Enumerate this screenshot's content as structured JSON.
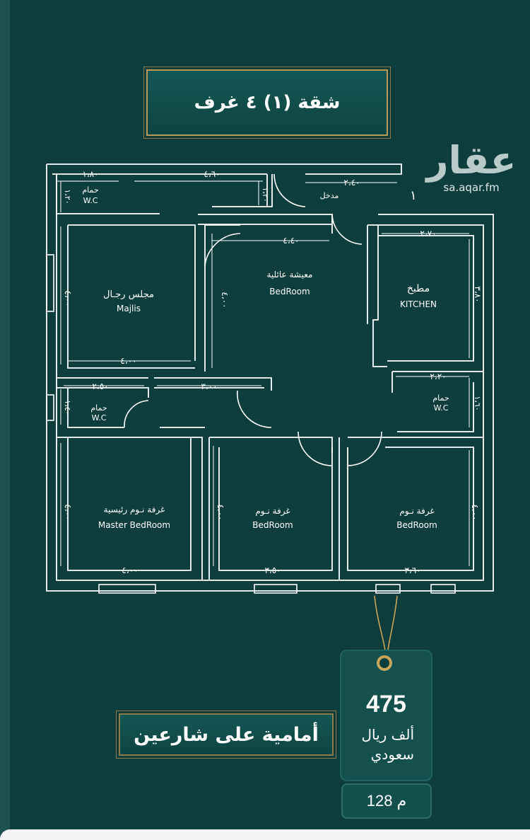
{
  "title": "شقة (١) ٤ غرف",
  "logo": {
    "arabic": "عقار",
    "url": "sa.aqar.fm"
  },
  "plan": {
    "entrance_marker": "١",
    "entrance_label": "مدخل",
    "rooms": {
      "wc_top": {
        "ar": "حمام",
        "en": "W.C"
      },
      "majlis": {
        "ar": "مجلس رجـال",
        "en": "Majlis"
      },
      "living": {
        "ar": "معيشة عائلية",
        "en": "BedRoom"
      },
      "kitchen": {
        "ar": "مطبخ",
        "en": "KITCHEN"
      },
      "wc_left": {
        "ar": "حمام",
        "en": "W.C"
      },
      "wc_right": {
        "ar": "حمام",
        "en": "W.C"
      },
      "master": {
        "ar": "غرفة نـوم رئيسية",
        "en": "Master BedRoom"
      },
      "bed_mid": {
        "ar": "غرفة نـوم",
        "en": "BedRoom"
      },
      "bed_right": {
        "ar": "غرفة نـوم",
        "en": "BedRoom"
      }
    },
    "dimensions": {
      "top_wc_w": "١،٨٠",
      "top_wc_h": "١،٢٠",
      "top_mid": "٤،٦٠",
      "top_mid_h": "١،٢٠",
      "top_entry": "٢،٤٠",
      "living_w": "٤،٤٠",
      "living_h": "٤،٠٠",
      "kitchen_w": "٢،٧٠",
      "kitchen_h": "٣،٨٠",
      "majlis_w": "٤،٠٠",
      "majlis_h": "٤،٠٠",
      "wc_left_w": "٢،٥٠",
      "wc_left_h": "١،٤٠",
      "hall_w": "٣،٠٠",
      "wc_right_w": "٢،٢٠",
      "wc_right_h": "١،٦٠",
      "master_w": "٤،٠٠",
      "master_h": "٤،٠٠",
      "bed_mid_w": "٣،٥٠",
      "bed_mid_h": "٤،٠٠",
      "bed_right_w": "٣،٦٠",
      "bed_right_h": "٤،٠٠"
    }
  },
  "features": {
    "front_label": "أمامية على شارعين"
  },
  "price_tag": {
    "price": "475",
    "currency_line1": "ألف ريال",
    "currency_line2": "سعودي"
  },
  "area": "128 م",
  "colors": {
    "background": "#0d3d3c",
    "accent_gold": "#b99b5a",
    "line": "#ffffff"
  }
}
